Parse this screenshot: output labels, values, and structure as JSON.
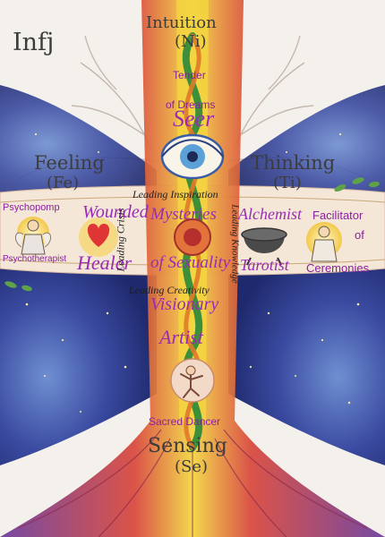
{
  "type_label": "Infj",
  "functions": {
    "top": {
      "name": "Intuition",
      "code": "(Ni)"
    },
    "left": {
      "name": "Feeling",
      "code": "(Fe)"
    },
    "right": {
      "name": "Thinking",
      "code": "(Ti)"
    },
    "bottom": {
      "name": "Sensing",
      "code": "(Se)"
    }
  },
  "archetypes": {
    "tender_line1": "Tender",
    "tender_line2": "of Dreams",
    "seer": "Seer",
    "wounded": "Wounded",
    "healer": "Healer",
    "mysteries": "Mysteries",
    "of_sexuality": "of Sexuality",
    "alchemist": "Alchemist",
    "tarotist": "Tarotist",
    "visionary": "Visionary",
    "artist": "Artist",
    "psychopomp": "Psychopomp",
    "psychotherapist": "Psychotherapist",
    "facilitator_line1": "Facilitator",
    "facilitator_line2": "of",
    "facilitator_line3": "Ceremonies",
    "sacred_dancer": "Sacred Dancer"
  },
  "leading": {
    "inspiration": "Leading Inspiration",
    "crisis": "Leading Crisis",
    "knowledge": "Leading Knowledge",
    "creativity": "Leading Creativity"
  },
  "colors": {
    "background": "#f4f1ec",
    "sky_blue": "#2e3d8f",
    "trunk_red": "#c0392b",
    "center_yellow": "#f2d33b",
    "text_purple": "#8a1f9e",
    "text_grey": "#3c3c3c"
  },
  "icons": [
    "eye-icon",
    "heart-icon",
    "cauldron-icon",
    "angel-figure-icon",
    "priestess-figure-icon",
    "dancer-figure-icon",
    "snake-icon"
  ]
}
